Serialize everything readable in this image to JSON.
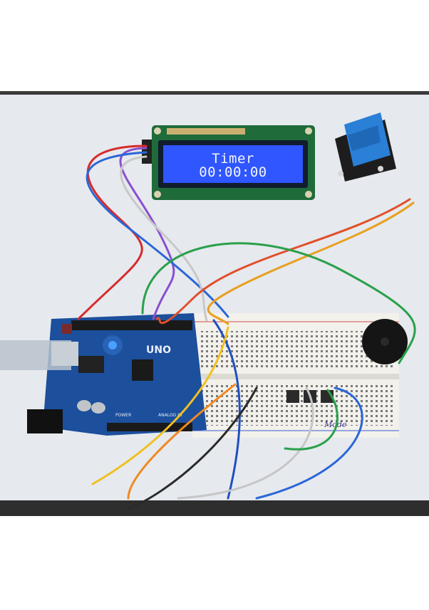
{
  "lcd": {
    "line1": "Timer",
    "line2": "00:00:00"
  },
  "board": {
    "logo": "UNO",
    "power_label": "POWER",
    "analog_label": "ANALOG IN"
  },
  "breadboard": {
    "note": "Mode"
  },
  "colors": {
    "lcd_backlight": "#2f56ff",
    "lcd_pcb": "#1f6b3a",
    "arduino_pcb": "#1c4f9c",
    "relay_body": "#2a7fd6",
    "breadboard": "#f3f1ec",
    "led_blue": "#4aa0ff"
  }
}
